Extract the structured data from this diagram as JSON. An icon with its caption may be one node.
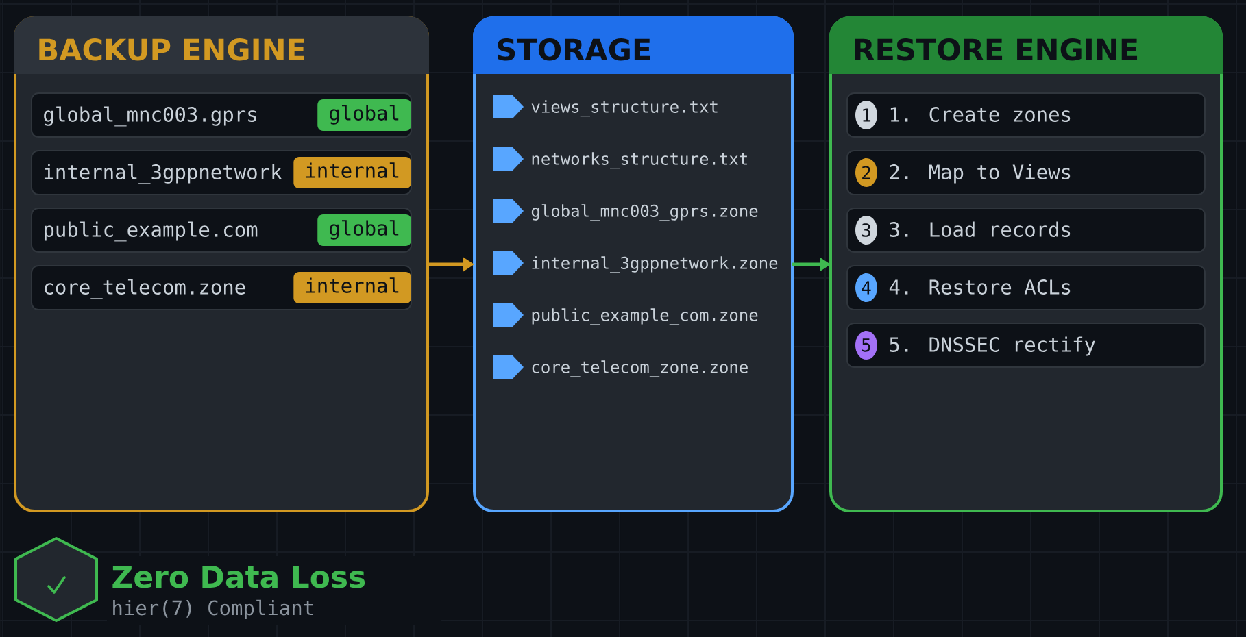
{
  "diagram": {
    "nodes": [
      {
        "text": [
          "BACKUP ENGINE"
        ]
      },
      {
        "text": [
          "global_mnc003.gprs"
        ],
        "in": 0
      },
      {
        "text": [
          "global"
        ],
        "in": 1
      },
      {
        "text": [
          "internal_3gppnetwork"
        ],
        "in": 0
      },
      {
        "text": [
          "internal"
        ],
        "in": 3
      },
      {
        "text": [
          "public_example.com"
        ],
        "in": 0
      },
      {
        "text": [
          "global"
        ],
        "in": 5
      },
      {
        "text": [
          "core_telecom.zone"
        ],
        "in": 0
      },
      {
        "text": [
          "internal"
        ],
        "in": 7
      },
      {
        "text": [
          "STORAGE",
          "views_structure.txt",
          "networks_structure.txt",
          "global_mnc003_gprs.zone",
          "internal_3gppnetwork.zone",
          "public_example_com.zone",
          "core_telecom_zone.zone"
        ]
      },
      {
        "text": [
          "RESTORE ENGINE"
        ]
      },
      {
        "text": [
          "1. Create zones"
        ],
        "in": 10
      },
      {
        "text": [
          "1"
        ],
        "in": 11
      },
      {
        "text": [
          "2. Map to Views"
        ],
        "in": 10
      },
      {
        "text": [
          "2"
        ],
        "in": 13
      },
      {
        "text": [
          "3. Load records"
        ],
        "in": 10
      },
      {
        "text": [
          "3"
        ],
        "in": 15
      },
      {
        "text": [
          "4. Restore ACLs"
        ],
        "in": 10
      },
      {
        "text": [
          "4"
        ],
        "in": 17
      },
      {
        "text": [
          "5. DNSSEC rectify"
        ],
        "in": 10
      },
      {
        "text": [
          "5"
        ],
        "in": 19
      }
    ],
    "edges": [
      {
        "from": 0,
        "to": 9,
        "arrow": "to",
        "color": "#d29922"
      },
      {
        "from": 9,
        "to": 10,
        "arrow": "to",
        "color": "#3fb950"
      }
    ],
    "labels": [
      "Zero Data Loss",
      "hier(7) Compliant"
    ]
  }
}
